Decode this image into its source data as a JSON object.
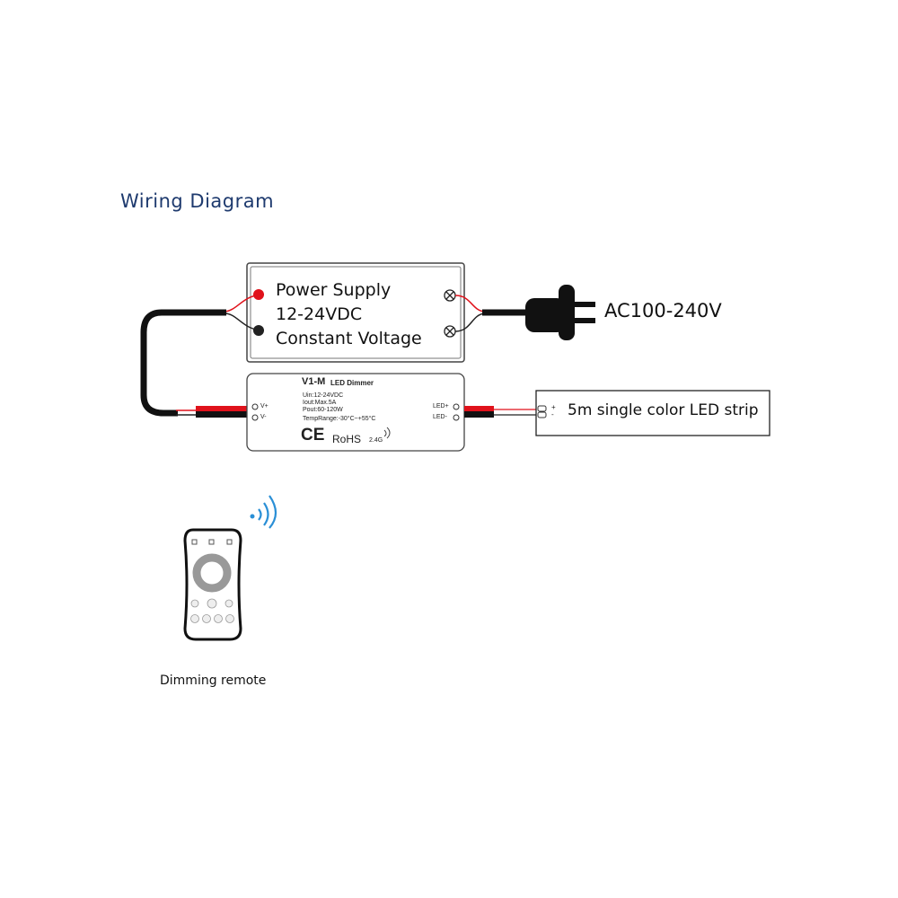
{
  "title": "Wiring Diagram",
  "power_supply": {
    "lines": [
      "Power Supply",
      "12-24VDC",
      "Constant Voltage"
    ]
  },
  "ac_input": "AC100-240V",
  "dimmer": {
    "model": "V1-M",
    "name": "LED Dimmer",
    "specs": [
      "Uin:12-24VDC",
      "Iout:Max.5A",
      "Pout:60-120W",
      "TempRange:-30°C~+55°C"
    ],
    "left_terminals": [
      "V+",
      "V-"
    ],
    "right_terminals": [
      "LED+",
      "LED-"
    ],
    "marks": {
      "ce": "CE",
      "rohs": "RoHS",
      "freq": "2.4G"
    }
  },
  "led_strip": {
    "label": "5m single color LED strip",
    "plus": "+",
    "minus": "-"
  },
  "remote": {
    "caption": "Dimming remote"
  },
  "colors": {
    "title": "#1e3a6e",
    "red_wire": "#e0121b",
    "wifi": "#2a8fd6"
  }
}
